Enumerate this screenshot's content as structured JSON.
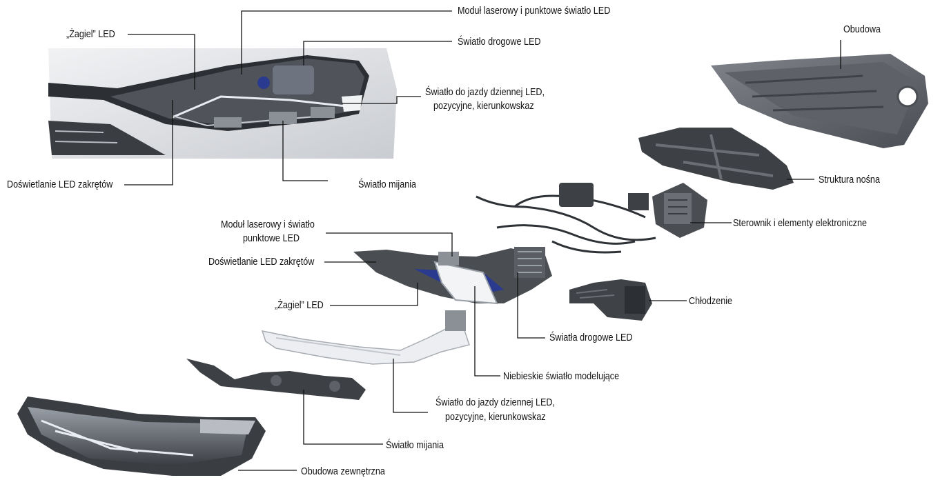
{
  "labels": {
    "photo_laser": "Moduł laserowy i punktowe światło LED",
    "photo_sail": "„Żagiel” LED",
    "photo_high": "Światło drogowe LED",
    "photo_drl_line1": "Światło do jazdy dziennej LED,",
    "photo_drl_line2": "pozycyjne, kierunkowskaz",
    "photo_corner": "Doświetlanie LED zakrętów",
    "photo_low": "Światło mijania",
    "housing": "Obudowa",
    "support": "Struktura nośna",
    "controller": "Sterownik i elementy elektroniczne",
    "cooling": "Chłodzenie",
    "laser_line1": "Moduł laserowy i światło",
    "laser_line2": "punktowe LED",
    "corner": "Doświetlanie LED zakrętów",
    "sail": "„Żagiel” LED",
    "high_beams": "Światła drogowe LED",
    "blue": "Niebieskie światło modelujące",
    "drl_line1": "Światło do jazdy dziennej LED,",
    "drl_line2": "pozycyjne, kierunkowskaz",
    "low": "Światło mijania",
    "outer": "Obudowa zewnętrzna"
  },
  "colors": {
    "line": "#111111",
    "part_dark": "#4a4d52",
    "part_mid": "#6b6f75",
    "car_body": "#e4e6ea",
    "accent_blue": "#2a3a8f"
  }
}
